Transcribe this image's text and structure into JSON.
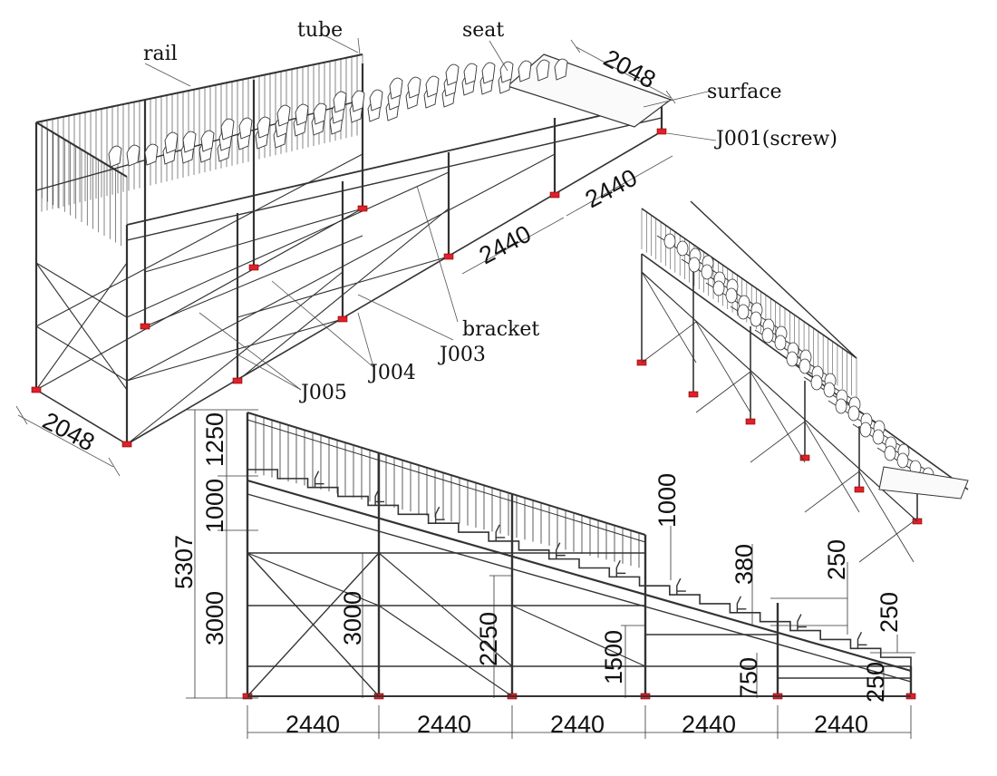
{
  "colors": {
    "foot": "#e0202a",
    "line": "#333333"
  },
  "callouts": {
    "rail": "rail",
    "tube": "tube",
    "seat": "seat",
    "surface": "surface",
    "j001": "J001(screw)",
    "bracket": "bracket",
    "j003": "J003",
    "j004": "J004",
    "j005": "J005"
  },
  "iso_dims": {
    "top_depth": "2048",
    "bay_a": "2440",
    "bay_b": "2440",
    "bottom_depth": "2048"
  },
  "side_dims": {
    "overall_height": "5307",
    "rail_height": "1250",
    "tier_1000_left": "1000",
    "h_3000_left": "3000",
    "h_3000_mid": "3000",
    "h_2250": "2250",
    "h_1500": "1500",
    "tier_1000_right": "1000",
    "h_380": "380",
    "h_750": "750",
    "h_250_a": "250",
    "h_250_b": "250",
    "h_250_c": "250",
    "bays": [
      "2440",
      "2440",
      "2440",
      "2440",
      "2440"
    ]
  }
}
